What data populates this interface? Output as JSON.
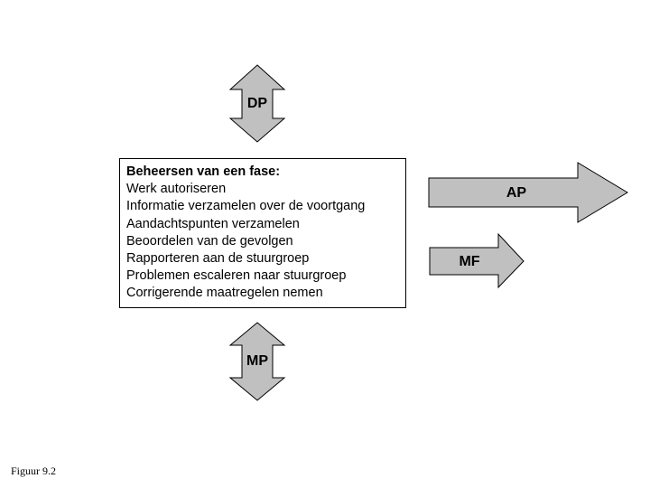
{
  "arrows": {
    "dp": "DP",
    "mp": "MP",
    "ap": "AP",
    "mf": "MF"
  },
  "process": {
    "title": "Beheersen van een fase:",
    "items": [
      "Werk autoriseren",
      "Informatie verzamelen over de voortgang",
      "Aandachtspunten verzamelen",
      "Beoordelen van de gevolgen",
      "Rapporteren aan de stuurgroep",
      "Problemen escaleren naar stuurgroep",
      "Corrigerende maatregelen nemen"
    ]
  },
  "caption": "Figuur 9.2",
  "colors": {
    "arrow_fill": "#c0c0c0",
    "outline": "#000000"
  }
}
